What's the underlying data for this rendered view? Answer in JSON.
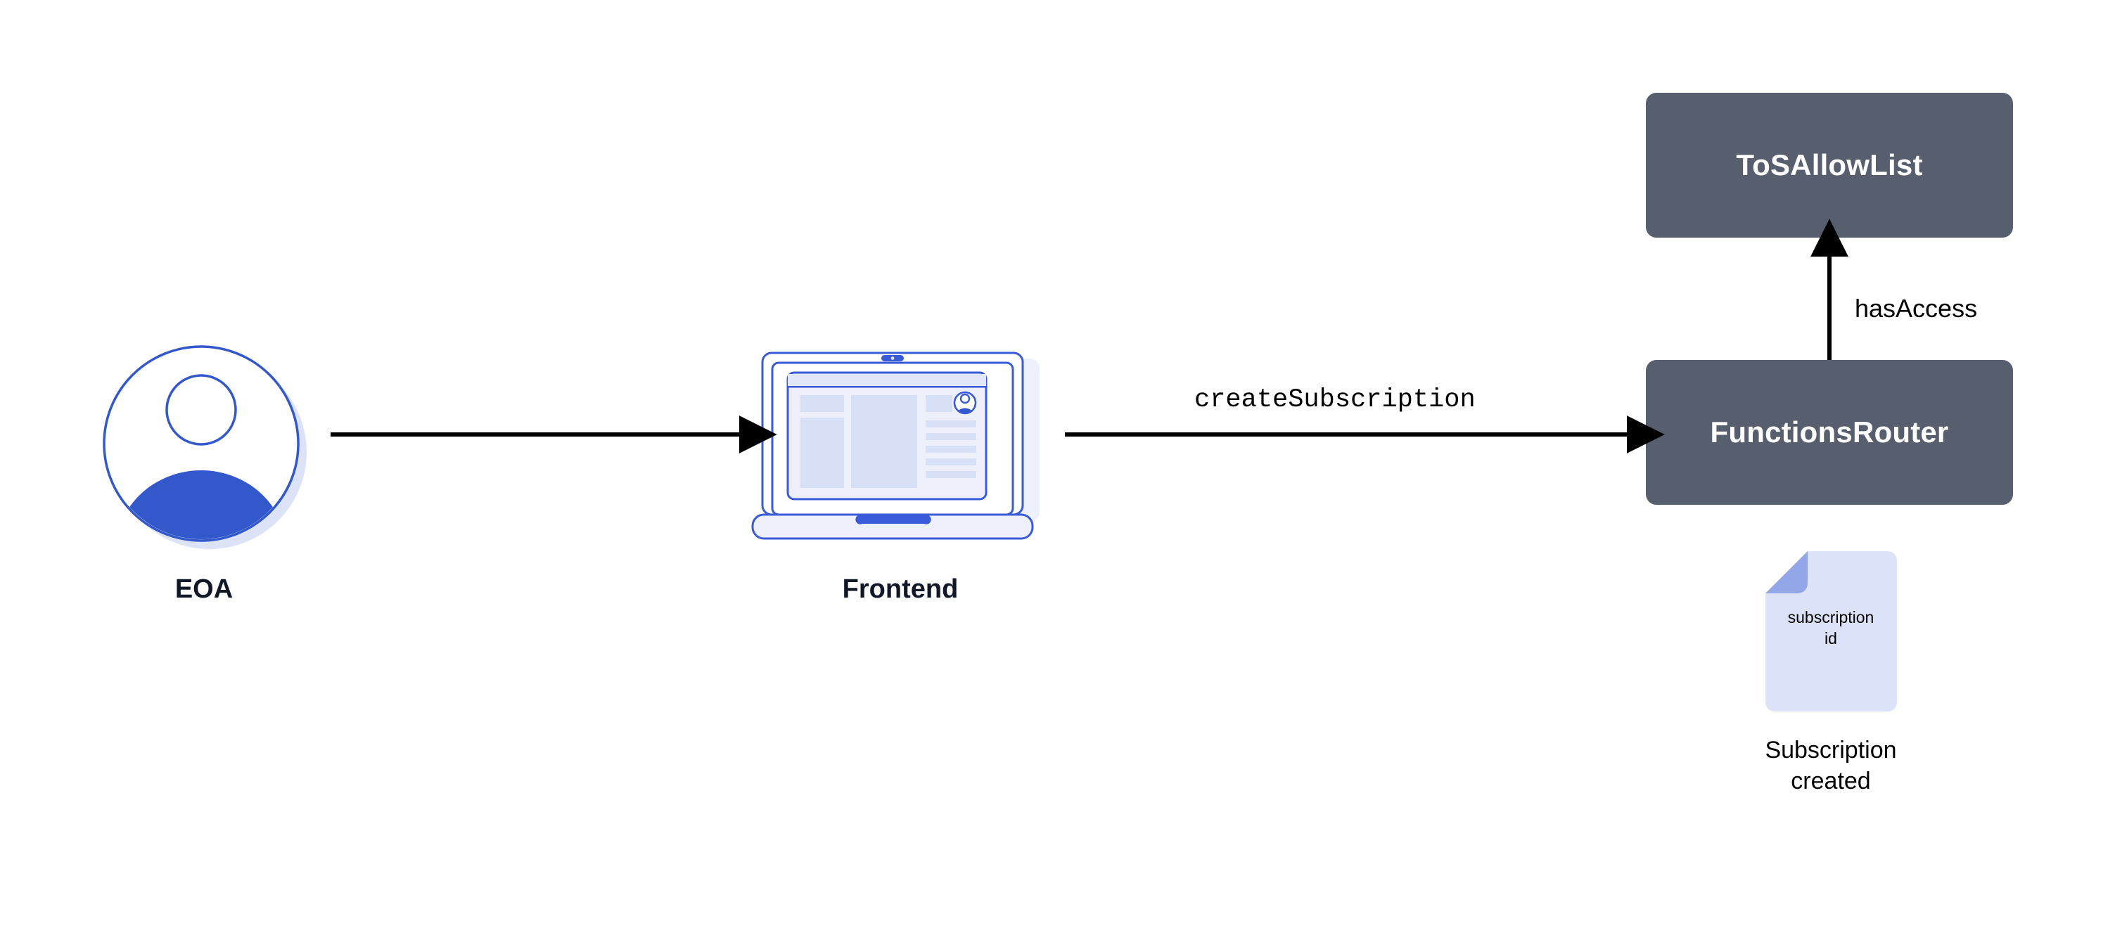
{
  "diagram": {
    "title": "Chainlink Functions subscription creation flow",
    "background": "#ffffff",
    "colors": {
      "box_fill": "#575E6E",
      "box_text": "#ffffff",
      "caption_text": "#101828",
      "edge_stroke": "#000000",
      "accent_blue": "#3056D3",
      "avatar_blue": "#3358CC",
      "avatar_shadow": "#DCE3F8",
      "laptop_stroke": "#3A5BD9",
      "laptop_screen_fill": "#EDF0FB",
      "laptop_block_fill": "#D7E0F5",
      "doc_fill": "#DCE2F7",
      "doc_fold": "#93A6E8"
    }
  },
  "nodes": {
    "eoa": {
      "label": "EOA",
      "icon": "user-avatar-icon"
    },
    "frontend": {
      "label": "Frontend",
      "icon": "laptop-icon"
    },
    "tos_allow_list": {
      "label": "ToSAllowList",
      "shape": "rounded-rect",
      "fill": "#575E6E"
    },
    "functions_router": {
      "label": "FunctionsRouter",
      "shape": "rounded-rect",
      "fill": "#575E6E"
    },
    "subscription_doc": {
      "doc_line_1": "subscription",
      "doc_line_2": "id",
      "caption_line_1": "Subscription",
      "caption_line_2": "created",
      "icon": "document-icon"
    }
  },
  "edges": [
    {
      "id": "eoa-to-frontend",
      "from": "eoa",
      "to": "frontend",
      "label": "",
      "direction": "right"
    },
    {
      "id": "frontend-to-functions-router",
      "from": "frontend",
      "to": "functions_router",
      "label": "createSubscription",
      "direction": "right"
    },
    {
      "id": "functions-router-to-tos-allow-list",
      "from": "functions_router",
      "to": "tos_allow_list",
      "label": "hasAccess",
      "direction": "up"
    }
  ]
}
